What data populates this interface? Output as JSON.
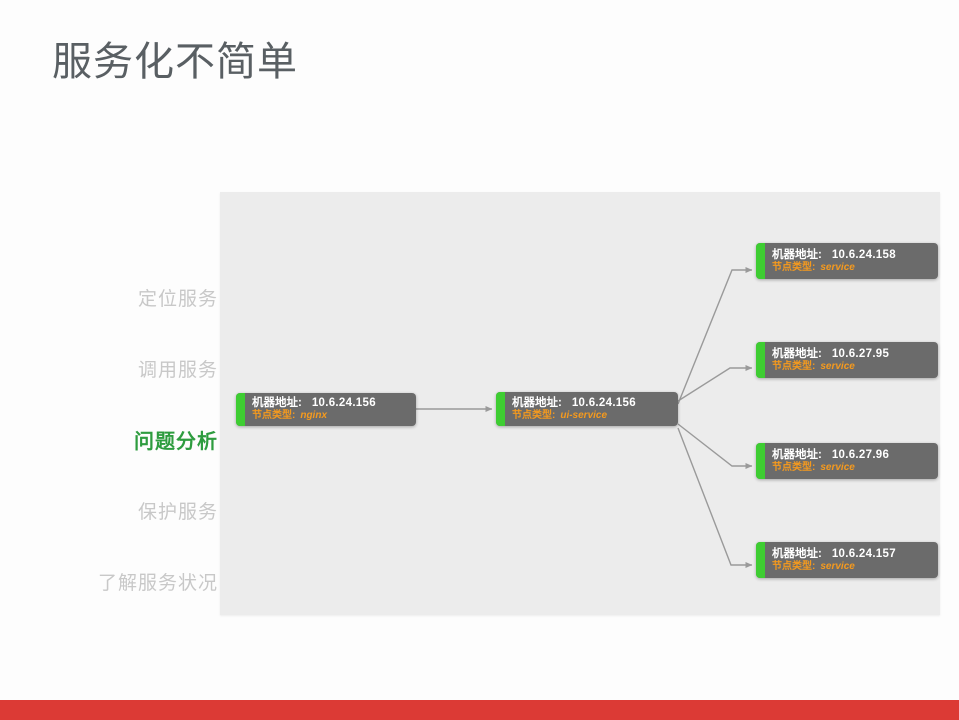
{
  "slide": {
    "title": "服务化不简单",
    "accent_green": "#2e9c3f",
    "accent_red": "#dc3a35",
    "canvas_bg": "#ececec"
  },
  "sidebar": {
    "items": [
      {
        "label": "定位服务",
        "active": false
      },
      {
        "label": "调用服务",
        "active": false
      },
      {
        "label": "问题分析",
        "active": true
      },
      {
        "label": "保护服务",
        "active": false
      },
      {
        "label": "了解服务状况",
        "active": false
      }
    ]
  },
  "diagram": {
    "labels": {
      "address": "机器地址:",
      "node_type": "节点类型:"
    },
    "nodes": [
      {
        "id": "node-nginx",
        "address": "10.6.24.156",
        "node_type": "nginx"
      },
      {
        "id": "node-ui-service",
        "address": "10.6.24.156",
        "node_type": "ui-service"
      },
      {
        "id": "node-svc-1",
        "address": "10.6.24.158",
        "node_type": "service"
      },
      {
        "id": "node-svc-2",
        "address": "10.6.27.95",
        "node_type": "service"
      },
      {
        "id": "node-svc-3",
        "address": "10.6.27.96",
        "node_type": "service"
      },
      {
        "id": "node-svc-4",
        "address": "10.6.24.157",
        "node_type": "service"
      }
    ],
    "edges": [
      {
        "from": "node-nginx",
        "to": "node-ui-service"
      },
      {
        "from": "node-ui-service",
        "to": "node-svc-1"
      },
      {
        "from": "node-ui-service",
        "to": "node-svc-2"
      },
      {
        "from": "node-ui-service",
        "to": "node-svc-3"
      },
      {
        "from": "node-ui-service",
        "to": "node-svc-4"
      }
    ],
    "edge_color": "#999999"
  }
}
